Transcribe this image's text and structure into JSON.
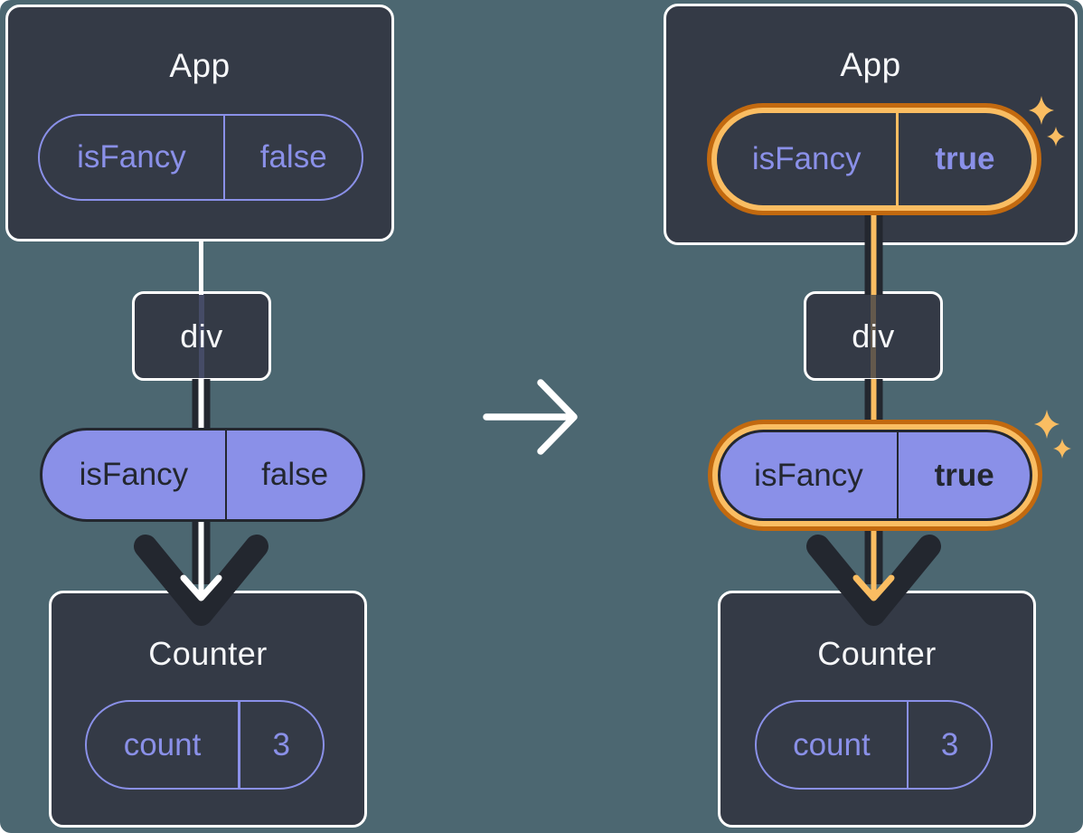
{
  "diagram": {
    "description": "React component tree before and after a state update: isFancy flips from false to true and is passed down from App through div to Counter",
    "transition_arrow_icon": "right-arrow"
  },
  "colors": {
    "background": "#4C6771",
    "card_background": "#343A46",
    "card_border": "#FFFFFF",
    "purple": "#8A90E8",
    "ink_dark": "#23272F",
    "orange_dark": "#C2690F",
    "orange_light": "#FABD62",
    "text_light": "#F6F7F9"
  },
  "before": {
    "app": {
      "title": "App",
      "state_pill": {
        "key": "isFancy",
        "value": "false"
      }
    },
    "div_node": {
      "title": "div"
    },
    "prop_pill": {
      "key": "isFancy",
      "value": "false"
    },
    "counter": {
      "title": "Counter",
      "state_pill": {
        "key": "count",
        "value": "3"
      }
    }
  },
  "after": {
    "app": {
      "title": "App",
      "state_pill": {
        "key": "isFancy",
        "value": "true"
      }
    },
    "div_node": {
      "title": "div"
    },
    "prop_pill": {
      "key": "isFancy",
      "value": "true"
    },
    "counter": {
      "title": "Counter",
      "state_pill": {
        "key": "count",
        "value": "3"
      }
    }
  }
}
